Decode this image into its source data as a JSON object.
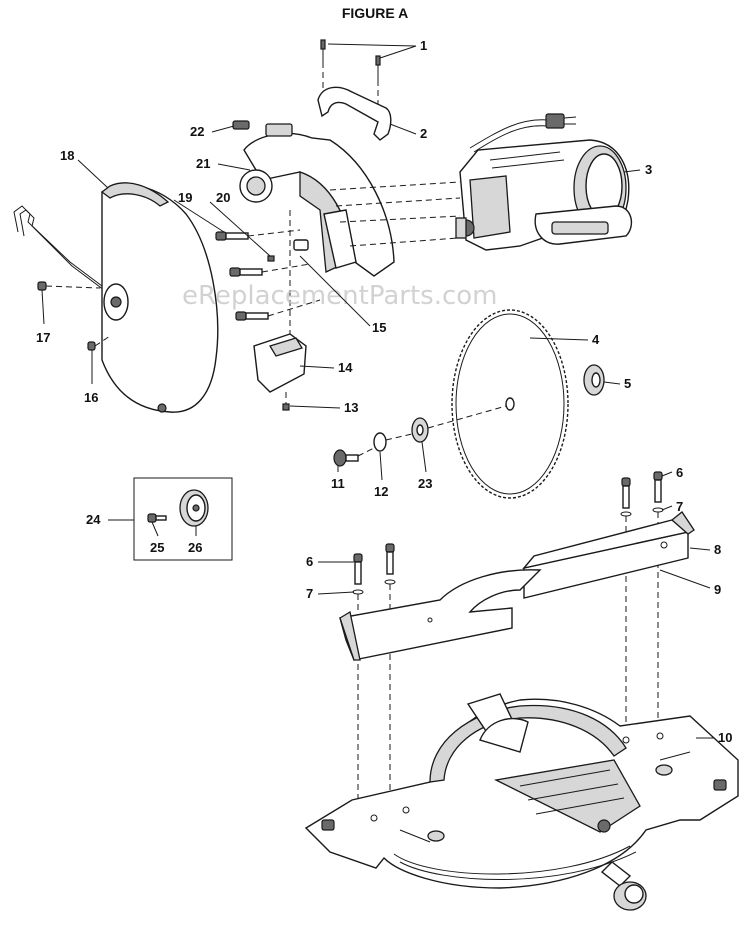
{
  "figure": {
    "title": "FIGURE A",
    "watermark": "eReplacementParts.com"
  },
  "callouts": [
    {
      "id": "c1",
      "label": "1"
    },
    {
      "id": "c2",
      "label": "2"
    },
    {
      "id": "c3",
      "label": "3"
    },
    {
      "id": "c4",
      "label": "4"
    },
    {
      "id": "c5",
      "label": "5"
    },
    {
      "id": "c6a",
      "label": "6"
    },
    {
      "id": "c6b",
      "label": "6"
    },
    {
      "id": "c7a",
      "label": "7"
    },
    {
      "id": "c7b",
      "label": "7"
    },
    {
      "id": "c8",
      "label": "8"
    },
    {
      "id": "c9",
      "label": "9"
    },
    {
      "id": "c10",
      "label": "10"
    },
    {
      "id": "c11",
      "label": "11"
    },
    {
      "id": "c12",
      "label": "12"
    },
    {
      "id": "c13",
      "label": "13"
    },
    {
      "id": "c14",
      "label": "14"
    },
    {
      "id": "c15",
      "label": "15"
    },
    {
      "id": "c16",
      "label": "16"
    },
    {
      "id": "c17",
      "label": "17"
    },
    {
      "id": "c18",
      "label": "18"
    },
    {
      "id": "c19",
      "label": "19"
    },
    {
      "id": "c20",
      "label": "20"
    },
    {
      "id": "c21",
      "label": "21"
    },
    {
      "id": "c22",
      "label": "22"
    },
    {
      "id": "c23",
      "label": "23"
    },
    {
      "id": "c24",
      "label": "24"
    },
    {
      "id": "c25",
      "label": "25"
    },
    {
      "id": "c26",
      "label": "26"
    }
  ]
}
